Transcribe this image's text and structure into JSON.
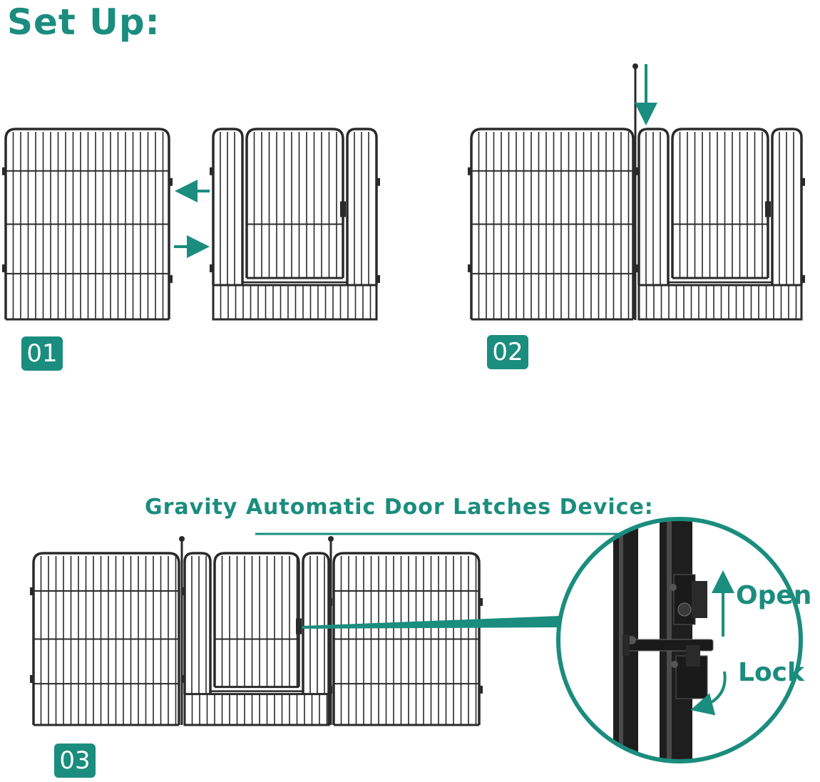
{
  "title": "Set Up:",
  "steps": [
    {
      "badge": "01"
    },
    {
      "badge": "02"
    },
    {
      "badge": "03"
    }
  ],
  "latch": {
    "heading": "Gravity Automatic Door Latches Device:",
    "open_label": "Open",
    "lock_label": "Lock"
  },
  "colors": {
    "accent": "#1a8d7e",
    "frame": "#2a2a2a"
  }
}
